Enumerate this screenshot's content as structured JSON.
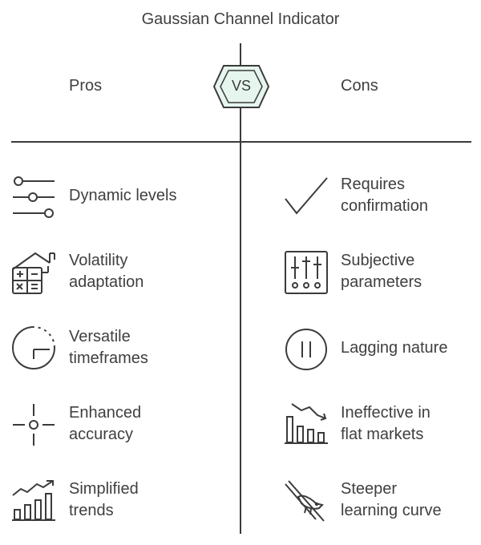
{
  "title": "Gaussian Channel Indicator",
  "pros_heading": "Pros",
  "cons_heading": "Cons",
  "vs_label": "VS",
  "colors": {
    "line": "#3b3b3b",
    "vs_fill": "#e6f6ee",
    "text": "#3f3f3f"
  },
  "pros": [
    {
      "icon": "sliders-horizontal-icon",
      "lines": [
        "Dynamic levels"
      ]
    },
    {
      "icon": "house-calculator-icon",
      "lines": [
        "Volatility",
        "adaptation"
      ]
    },
    {
      "icon": "clock-timer-icon",
      "lines": [
        "Versatile",
        "timeframes"
      ]
    },
    {
      "icon": "crosshair-target-icon",
      "lines": [
        "Enhanced",
        "accuracy"
      ]
    },
    {
      "icon": "rising-bar-trend-icon",
      "lines": [
        "Simplified",
        "trends"
      ]
    }
  ],
  "cons": [
    {
      "icon": "checkmark-icon",
      "lines": [
        "Requires",
        "confirmation"
      ]
    },
    {
      "icon": "control-panel-sliders-icon",
      "lines": [
        "Subjective",
        "parameters"
      ]
    },
    {
      "icon": "pause-circle-icon",
      "lines": [
        "Lagging nature"
      ]
    },
    {
      "icon": "falling-bar-chart-icon",
      "lines": [
        "Ineffective in",
        "flat markets"
      ]
    },
    {
      "icon": "bird-slope-icon",
      "lines": [
        "Steeper",
        "learning curve"
      ]
    }
  ]
}
